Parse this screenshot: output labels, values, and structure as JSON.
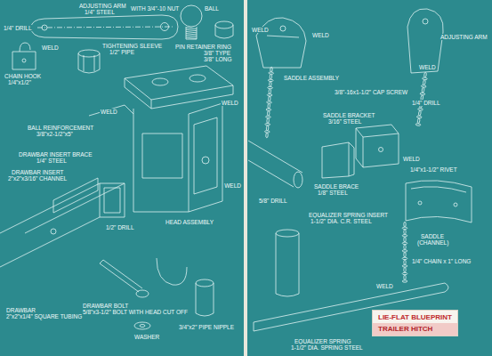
{
  "diagram": {
    "nodes": [
      {
        "text": [
          "LIE-FLAT BLUEPRINT",
          "TRAILER HITCH"
        ]
      }
    ],
    "labels": [
      "ADJUSTING ARM",
      "1/4\" STEEL",
      "1/4\" DRILL",
      "WELD",
      "CHAIN HOOK",
      "1/4\"x1/2\"",
      "TIGHTENING SLEEVE",
      "1/2\" PIPE",
      "BALL",
      "WITH 3/4\"-10 NUT",
      "PIN RETAINER RING",
      "3/8\" TYPE",
      "3/8\" LONG",
      "WELD",
      "BALL REINFORCEMENT",
      "3/8\"x2-1/2\"x5\"",
      "DRAWBAR INSERT BRACE",
      "1/4\" STEEL",
      "DRAWBAR INSERT",
      "2\"x2\"x3/16\" CHANNEL",
      "1/2\" DRILL",
      "HEAD ASSEMBLY",
      "DRAWBAR",
      "2\"x2\"x1/4\" SQUARE TUBING",
      "DRAWBAR BOLT",
      "5/8\"x3-1/2\" BOLT WITH HEAD CUT OFF",
      "WASHER",
      "3/4\"x2\" PIPE NIPPLE",
      "WELD",
      "WELD",
      "SADDLE ASSEMBLY",
      "WELD",
      "WELD",
      "ADJUSTING ARM",
      "WELD",
      "SADDLE BRACKET",
      "3/16\" STEEL",
      "3/8\"-16x1-1/2\" CAP SCREW",
      "1/4\" DRILL",
      "WELD",
      "SADDLE BRACE",
      "1/8\" STEEL",
      "1/4\"x1-1/2\" RIVET",
      "SADDLE",
      "(CHANNEL)",
      "EQUALIZER SPRING INSERT",
      "1-1/2\" DIA. C.R. STEEL",
      "5/8\" DRILL",
      "1/4\" CHAIN x 1\" LONG",
      "WELD",
      "EQUALIZER SPRING",
      "1-1/2\" DIA. SPRING STEEL"
    ]
  }
}
